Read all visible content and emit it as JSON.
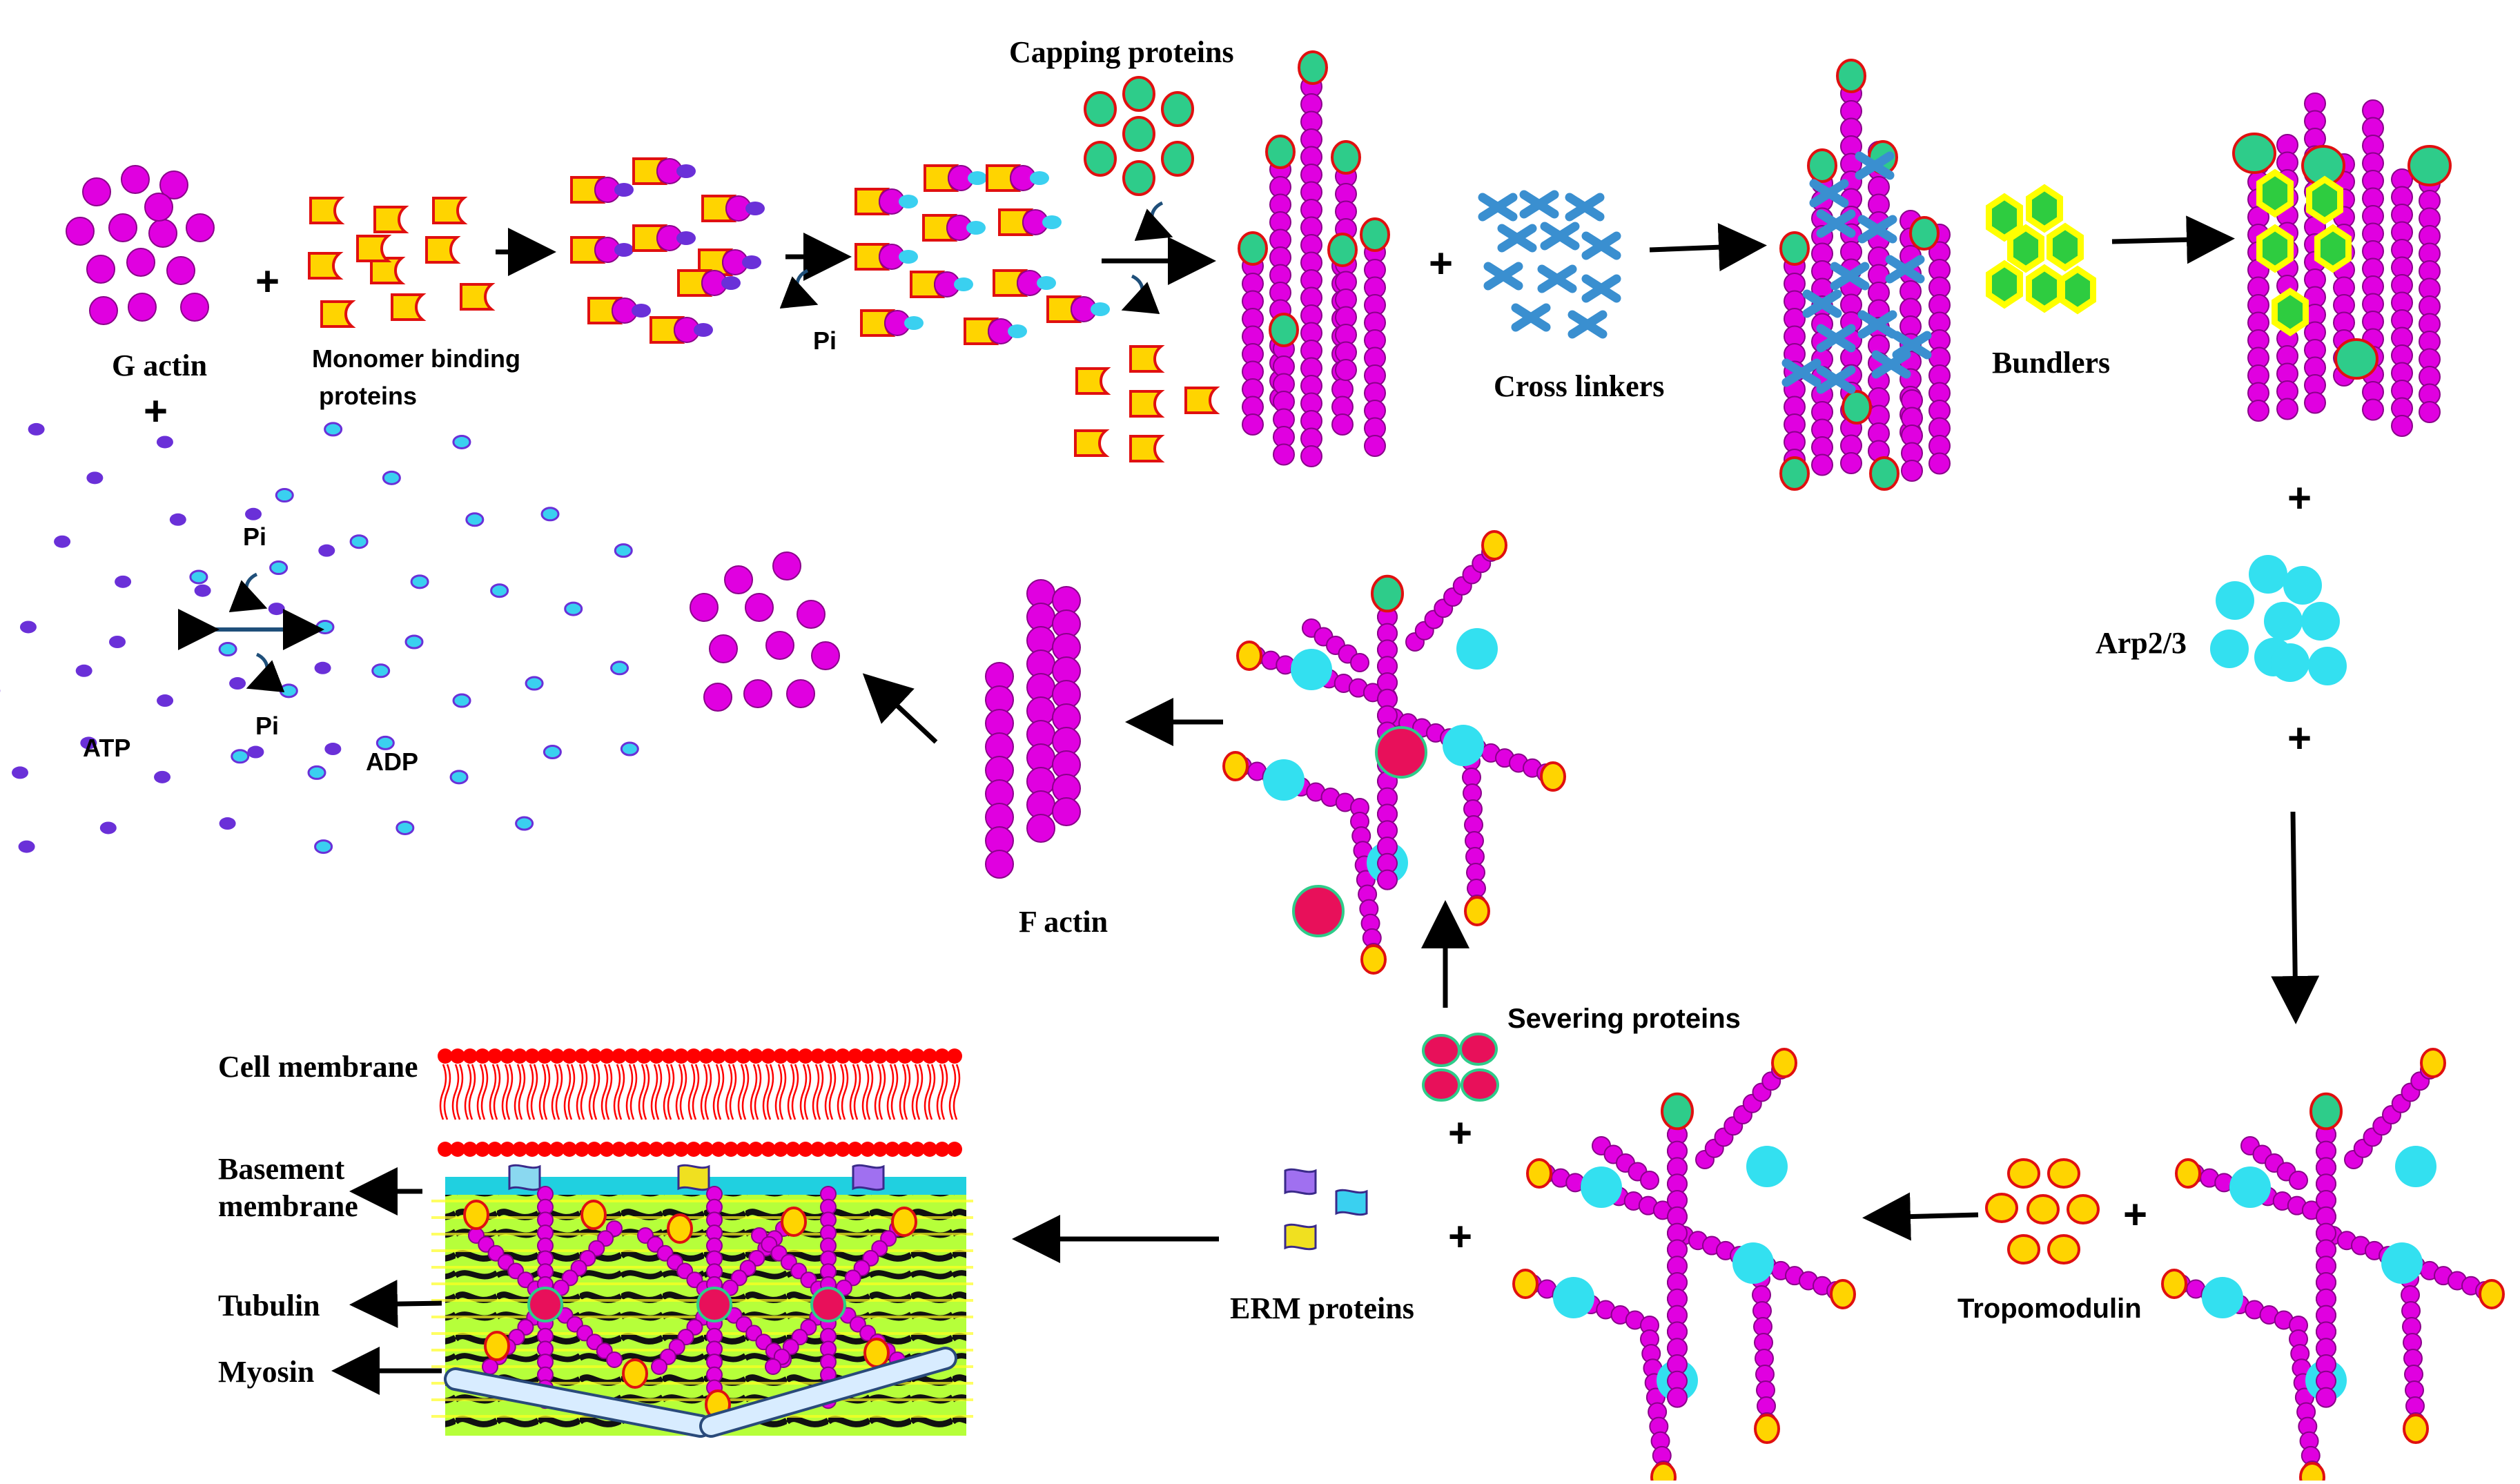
{
  "labels": {
    "g_actin": "G actin",
    "monomer_binding_1": "Monomer binding",
    "monomer_binding_2": "proteins",
    "pi_top": "Pi",
    "capping_proteins": "Capping proteins",
    "cross_linkers": "Cross linkers",
    "bundlers": "Bundlers",
    "arp23": "Arp2/3",
    "atp": "ATP",
    "adp": "ADP",
    "pi_upper": "Pi",
    "pi_lower": "Pi",
    "f_actin": "F actin",
    "severing_proteins": "Severing proteins",
    "erm_proteins": "ERM proteins",
    "tropomodulin": "Tropomodulin",
    "cell_membrane": "Cell membrane",
    "basement_membrane_1": "Basement",
    "basement_membrane_2": "membrane",
    "tubulin": "Tubulin",
    "myosin": "Myosin",
    "plus": "+"
  },
  "colors": {
    "actin": "#e000e0",
    "actin_stroke": "#8a008a",
    "capping": "#2ecc8a",
    "capping_stroke": "#e01010",
    "monomer_binding": "#ffd400",
    "monomer_binding_stroke": "#e01010",
    "crosslinker": "#3a8fd0",
    "bundler": "#2ecc40",
    "bundler_stroke": "#ffff00",
    "arp": "#33e0f0",
    "severing": "#e8105a",
    "atp_dot": "#6a30d8",
    "adp_dot": "#3ad0f0",
    "membrane": "#ff0000",
    "arrow": "#000000"
  }
}
